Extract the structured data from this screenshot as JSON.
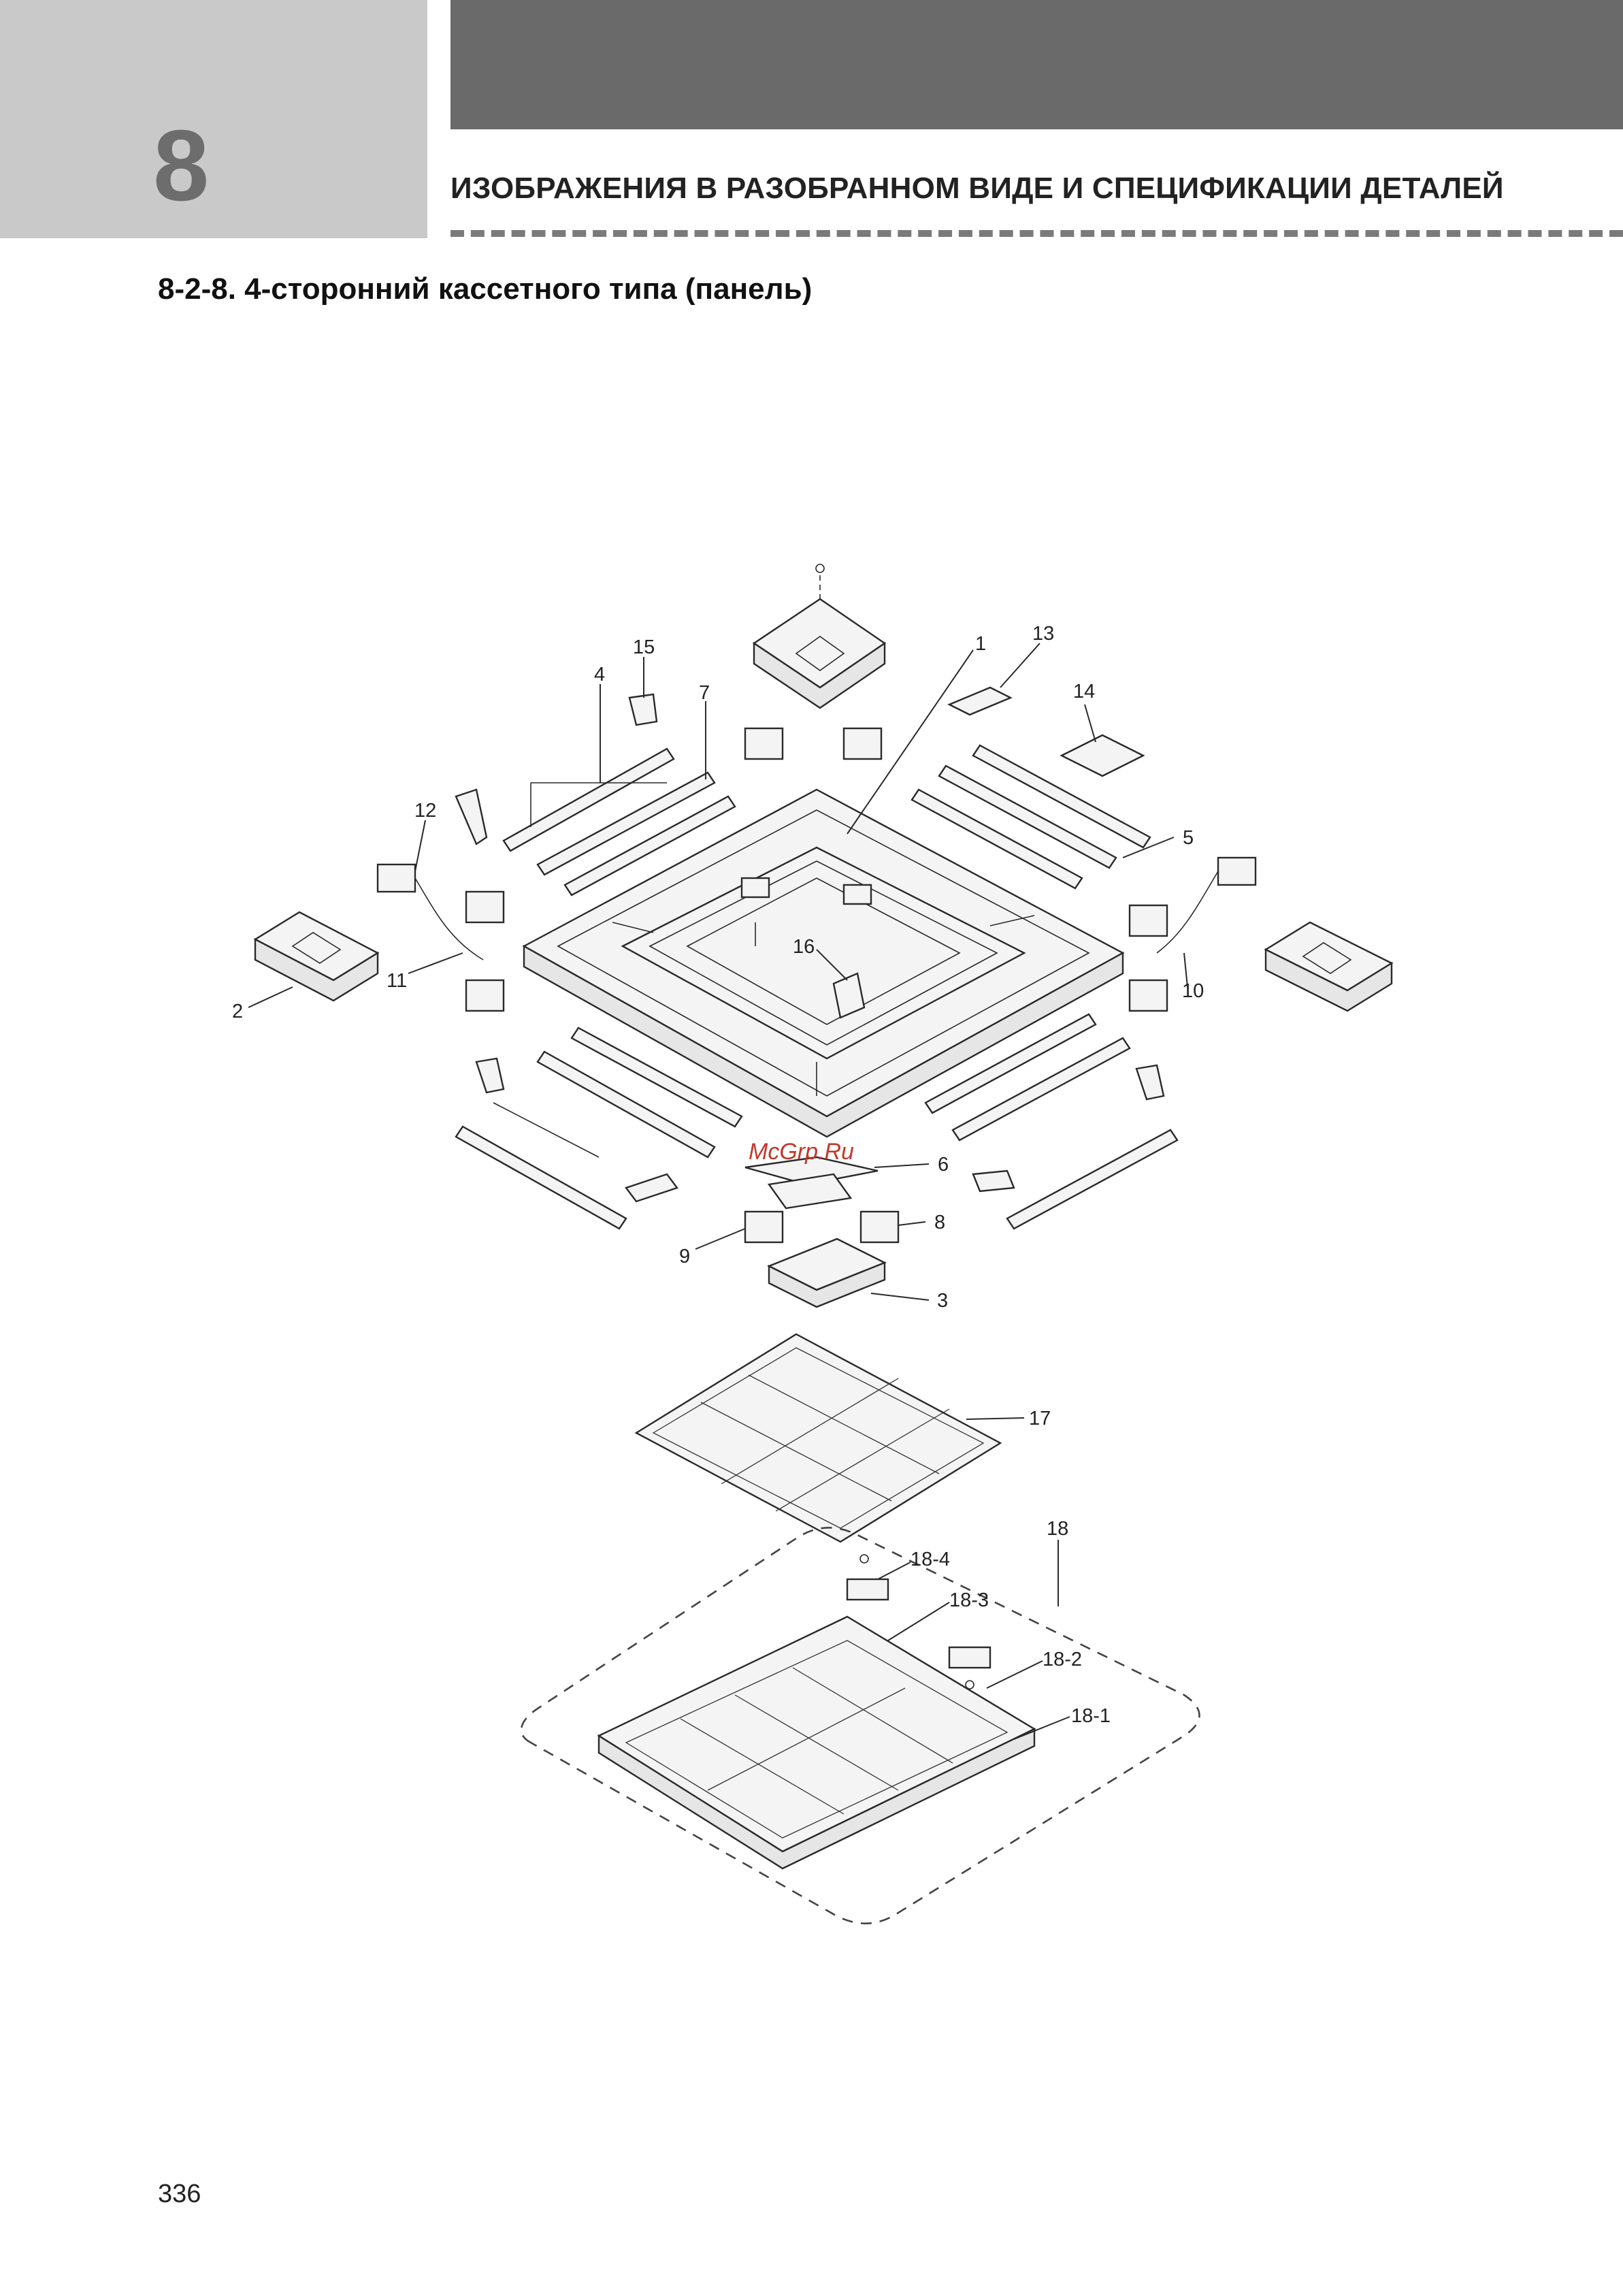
{
  "header": {
    "chapter_number": "8",
    "title": "ИЗОБРАЖЕНИЯ В РАЗОБРАННОМ ВИДЕ И СПЕЦИФИКАЦИИ ДЕТАЛЕЙ"
  },
  "section": {
    "title": "8-2-8. 4-сторонний кассетного типа (панель)"
  },
  "diagram": {
    "watermark": "McGrp.Ru",
    "callouts": {
      "c1": "1",
      "c2": "2",
      "c3": "3",
      "c4": "4",
      "c5": "5",
      "c6": "6",
      "c7": "7",
      "c8": "8",
      "c9": "9",
      "c10": "10",
      "c11": "11",
      "c12": "12",
      "c13": "13",
      "c14": "14",
      "c15": "15",
      "c16": "16",
      "c17": "17",
      "c18": "18",
      "c18_1": "18-1",
      "c18_2": "18-2",
      "c18_3": "18-3",
      "c18_4": "18-4"
    }
  },
  "footer": {
    "page_number": "336"
  }
}
